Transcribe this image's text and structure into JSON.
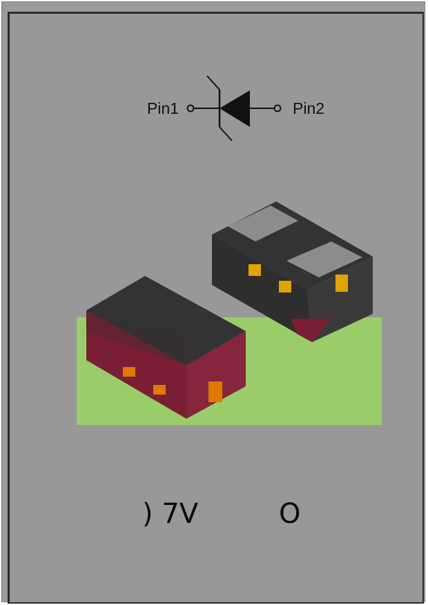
{
  "symbol": {
    "pin1_label": "Pin1",
    "pin2_label": "Pin2",
    "component": "diode-symbol-icon"
  },
  "package_view": {
    "icon": "smd-package-3d-icon",
    "colors": {
      "background": "#989898",
      "body_dark": "#333333",
      "body_red": "#7a1f33",
      "board_green": "#9acd6a",
      "pad_gray": "#8c8c8c",
      "terminal_orange": "#e08a00"
    }
  },
  "caption": {
    "left": ") 7V",
    "right": "O"
  }
}
